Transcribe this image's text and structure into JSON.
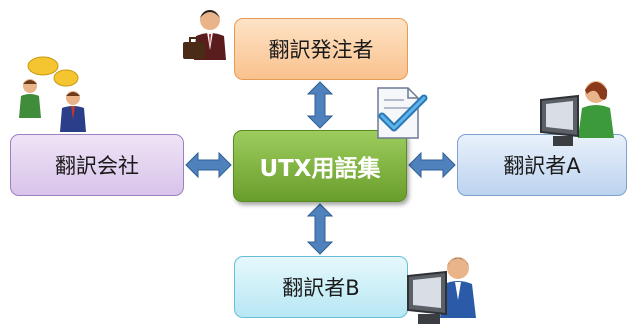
{
  "nodes": {
    "client": "翻訳発注者",
    "company": "翻訳会社",
    "glossary": "UTX用語集",
    "translator_a": "翻訳者A",
    "translator_b": "翻訳者B"
  },
  "colors": {
    "arrow": "#4f81bd",
    "glossary": "#77a83a",
    "client": "#f9c28e",
    "company": "#d9c3ea",
    "translator_a": "#bcd3ef",
    "translator_b": "#b7e7f4"
  },
  "icons": [
    "businessman-briefcase-icon",
    "conversation-icon",
    "document-check-icon",
    "person-computer-icon"
  ]
}
